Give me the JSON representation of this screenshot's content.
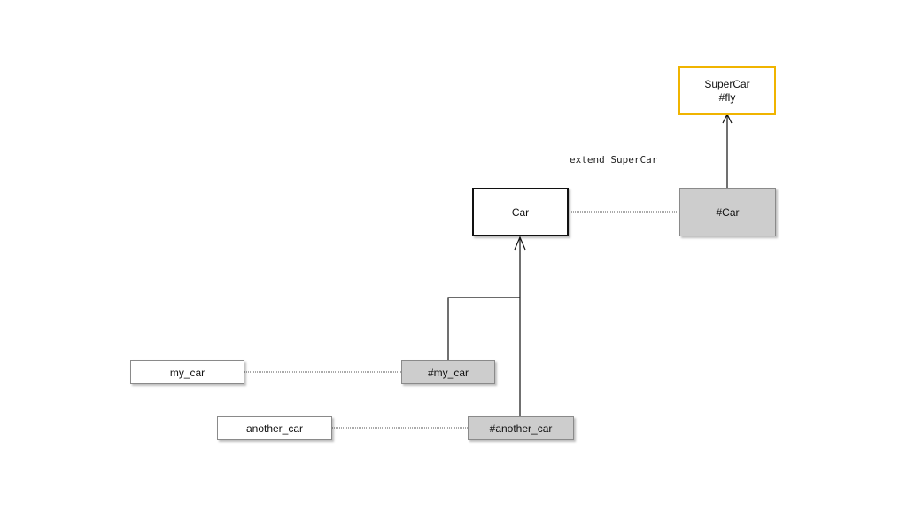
{
  "nodes": {
    "supercar": {
      "title": "SuperCar",
      "method": "#fly"
    },
    "car": {
      "label": "Car"
    },
    "car_meta": {
      "label": "#Car"
    },
    "my_car": {
      "label": "my_car"
    },
    "my_car_meta": {
      "label": "#my_car"
    },
    "another_car": {
      "label": "another_car"
    },
    "another_car_meta": {
      "label": "#another_car"
    }
  },
  "annotations": {
    "extend": "extend SuperCar"
  },
  "colors": {
    "supercar_border": "#f0b400",
    "meta_fill": "#cdcdcd",
    "line": "#111111"
  }
}
